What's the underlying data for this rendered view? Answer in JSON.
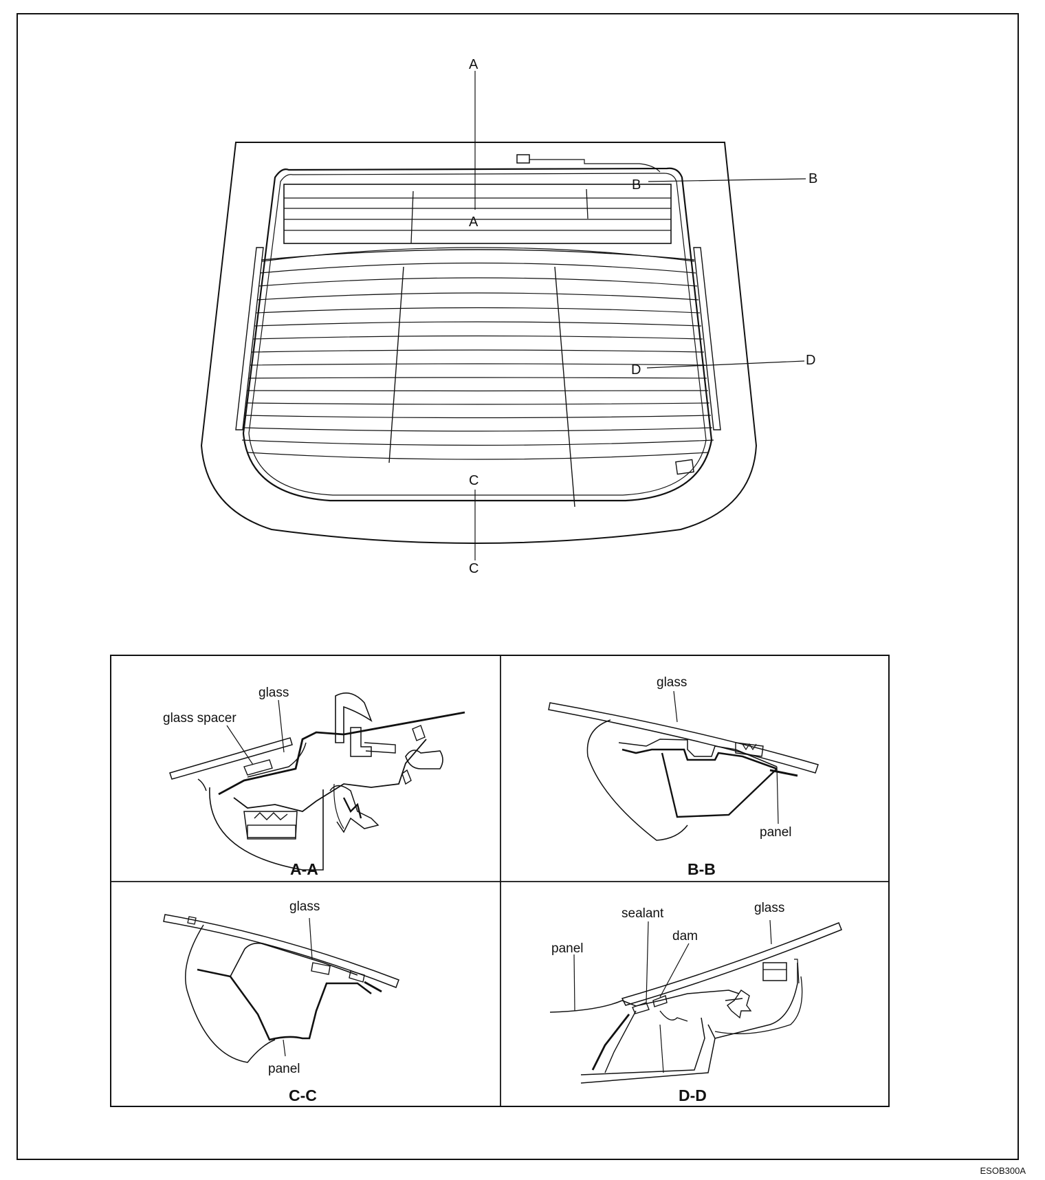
{
  "cut_labels": {
    "a": "A",
    "b": "B",
    "c": "C",
    "d": "D"
  },
  "sections": {
    "aa": {
      "title": "A-A",
      "labels": {
        "glass": "glass",
        "spacer": "glass spacer"
      }
    },
    "bb": {
      "title": "B-B",
      "labels": {
        "glass": "glass",
        "panel": "panel"
      }
    },
    "cc": {
      "title": "C-C",
      "labels": {
        "glass": "glass",
        "panel": "panel"
      }
    },
    "dd": {
      "title": "D-D",
      "labels": {
        "panel": "panel",
        "sealant": "sealant",
        "dam": "dam",
        "glass": "glass"
      }
    }
  },
  "figure_code": "ESOB300A",
  "colors": {
    "ink": "#111111",
    "paper": "#ffffff"
  }
}
